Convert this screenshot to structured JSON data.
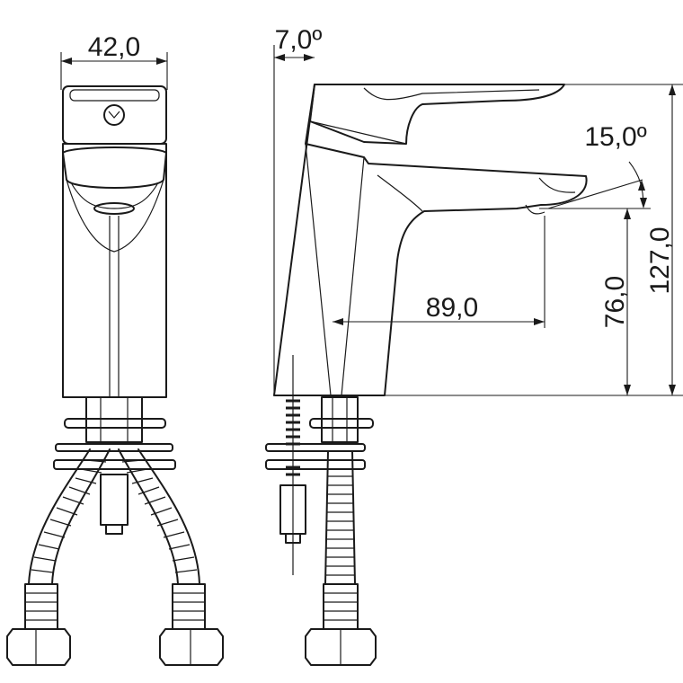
{
  "dimensions": {
    "width": "42,0",
    "angle_body": "7,0º",
    "angle_spout": "15,0º",
    "reach": "89,0",
    "spout_height": "76,0",
    "total_height": "127,0"
  }
}
